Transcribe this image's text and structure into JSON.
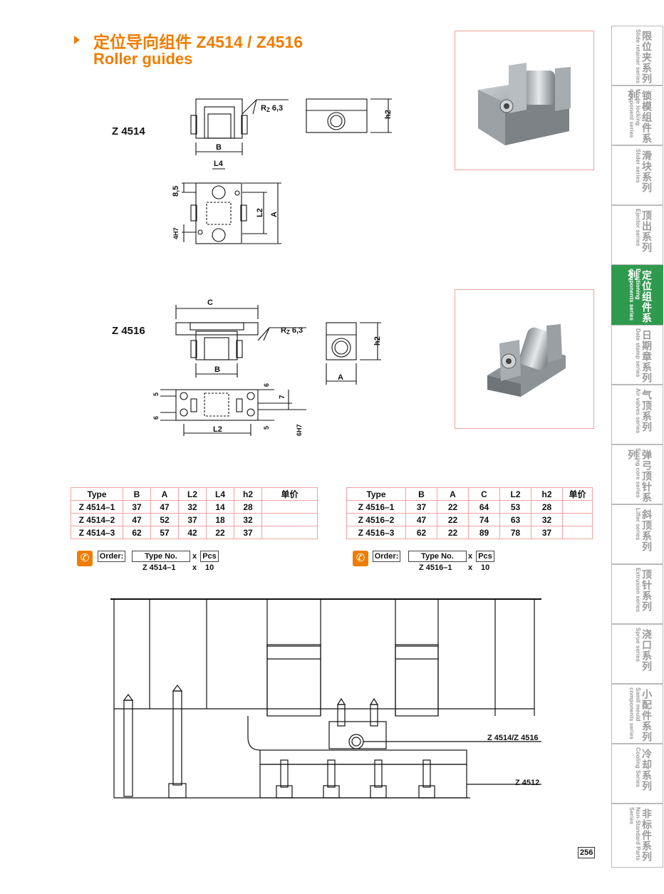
{
  "header": {
    "title_cn": "定位导向组件 Z4514 / Z4516",
    "title_en": "Roller guides"
  },
  "drawing_labels": {
    "z4514": "Z 4514",
    "z4516": "Z 4516",
    "rz1": "R",
    "rz_sub1": "Z",
    "rz_val1": "6,3",
    "rz_val2": "6,3",
    "B1": "B",
    "h2_1": "h2",
    "L4": "L4",
    "d85": "8,5",
    "d4h7": "4H7",
    "L2_1": "L2",
    "A1": "A",
    "C": "C",
    "B2": "B",
    "h2_2": "h2",
    "A2": "A",
    "d5a": "5",
    "d6a": "6",
    "d6b": "6",
    "d7": "7",
    "L2_2": "L2",
    "d5b": "5",
    "d6h7": "6H7",
    "assembly1": "Z 4514/Z 4516",
    "assembly2": "Z 4512"
  },
  "table1": {
    "headers": [
      "Type",
      "B",
      "A",
      "L2",
      "L4",
      "h2",
      "单价"
    ],
    "rows": [
      [
        "Z 4514–1",
        "37",
        "47",
        "32",
        "14",
        "28",
        ""
      ],
      [
        "Z 4514–2",
        "47",
        "52",
        "37",
        "18",
        "32",
        ""
      ],
      [
        "Z 4514–3",
        "62",
        "57",
        "42",
        "22",
        "37",
        ""
      ]
    ]
  },
  "table2": {
    "headers": [
      "Type",
      "B",
      "A",
      "C",
      "L2",
      "h2",
      "单价"
    ],
    "rows": [
      [
        "Z 4516–1",
        "37",
        "22",
        "64",
        "53",
        "28",
        ""
      ],
      [
        "Z 4516–2",
        "47",
        "22",
        "74",
        "63",
        "32",
        ""
      ],
      [
        "Z 4516–3",
        "62",
        "22",
        "89",
        "78",
        "37",
        ""
      ]
    ]
  },
  "order1": {
    "label": "Order:",
    "type_no": "Type No.",
    "x": "x",
    "pcs": "Pcs",
    "example": "Z 4514–1",
    "x2": "x",
    "qty": "10"
  },
  "order2": {
    "label": "Order:",
    "type_no": "Type No.",
    "x": "x",
    "pcs": "Pcs",
    "example": "Z 4516–1",
    "x2": "x",
    "qty": "10"
  },
  "sidebar": {
    "items": [
      {
        "cn": "限位夹系列",
        "en": "Slide retainer series"
      },
      {
        "cn": "锁模组件系列",
        "en": "Mode locking component series"
      },
      {
        "cn": "滑块系列",
        "en": "Slider series"
      },
      {
        "cn": "顶出系列",
        "en": "Ejector series"
      },
      {
        "cn": "定位组件系列",
        "en": "Positioning components series"
      },
      {
        "cn": "日期章系列",
        "en": "Date stamp series"
      },
      {
        "cn": "气顶系列",
        "en": "Air valves series"
      },
      {
        "cn": "弹弓顶针系列",
        "en": "Spring core series"
      },
      {
        "cn": "斜顶系列",
        "en": "Lifter series"
      },
      {
        "cn": "顶针系列",
        "en": "Extrusion series"
      },
      {
        "cn": "浇口系列",
        "en": "Sprue series"
      },
      {
        "cn": "小配件系列",
        "en": "Samll mould components series"
      },
      {
        "cn": "冷却系列",
        "en": "Cooling Series"
      },
      {
        "cn": "非标件系列",
        "en": "Non-Standard Parts Series"
      }
    ]
  },
  "page_number": "256",
  "colors": {
    "accent": "#ef7d00",
    "active": "#2f9a4e",
    "table_border": "#f2a3a3"
  }
}
